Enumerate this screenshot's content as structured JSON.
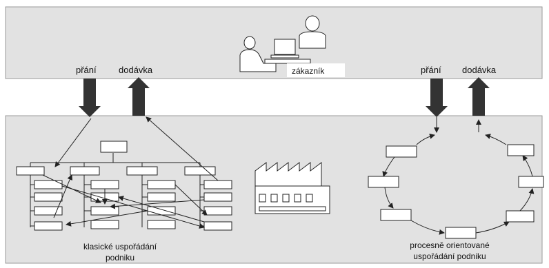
{
  "customer_band": {
    "left_request": "přání",
    "left_delivery": "dodávka",
    "customer": "zákazník",
    "right_request": "přání",
    "right_delivery": "dodávka"
  },
  "captions": {
    "classic_line1": "klasické uspořádání",
    "classic_line2": "podniku",
    "process_line1": "procesně orientované",
    "process_line2": "uspořádání podniku"
  },
  "colors": {
    "band": "#e2e2e2",
    "arrow": "#333333",
    "ink": "#111111"
  }
}
